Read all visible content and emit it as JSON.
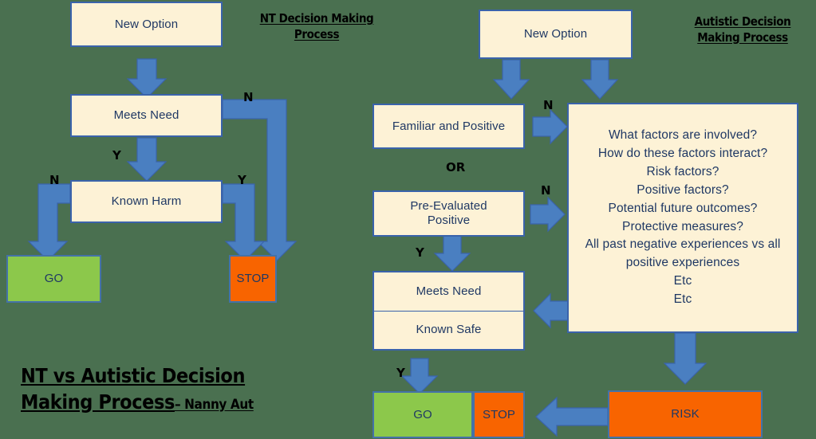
{
  "background_color": "#4a7050",
  "palette": {
    "box_fill": "#fdf2d6",
    "box_border": "#3a63ab",
    "text_navy": "#1f3864",
    "go_green": "#8cc84b",
    "stop_orange": "#f86400",
    "arrow_blue": "#4a7fc1"
  },
  "titles": {
    "left": {
      "line1": "NT Decision Making",
      "line2": "Process"
    },
    "right": {
      "line1": "Autistic Decision",
      "line2": "Making Process"
    },
    "footer": {
      "line1": "NT vs Autistic  Decision",
      "line2": "Making Process",
      "credit": "– Nanny  Aut"
    }
  },
  "nt_flow": {
    "new_option": "New Option",
    "meets_need": "Meets Need",
    "known_harm": "Known Harm",
    "go": "GO",
    "stop": "STOP",
    "labels": {
      "meets_need_no": "N",
      "meets_need_yes": "Y",
      "known_harm_no": "N",
      "known_harm_yes": "Y"
    }
  },
  "autistic_flow": {
    "new_option": "New Option",
    "familiar_and_positive": "Familiar and Positive",
    "or": "OR",
    "pre_evaluated_positive": "Pre-Evaluated Positive",
    "meets_need": "Meets Need",
    "known_safe": "Known Safe",
    "go": "GO",
    "stop": "STOP",
    "risk": "RISK",
    "factors_box": [
      "What factors are involved?",
      "How do these factors interact?",
      "Risk factors?",
      "Positive factors?",
      "Potential future outcomes?",
      "Protective measures?",
      "All past negative experiences vs all positive experiences",
      "Etc",
      "Etc"
    ],
    "labels": {
      "familiar_no": "N",
      "pre_eval_no": "N",
      "pre_eval_yes": "Y",
      "known_safe_yes": "Y"
    }
  }
}
